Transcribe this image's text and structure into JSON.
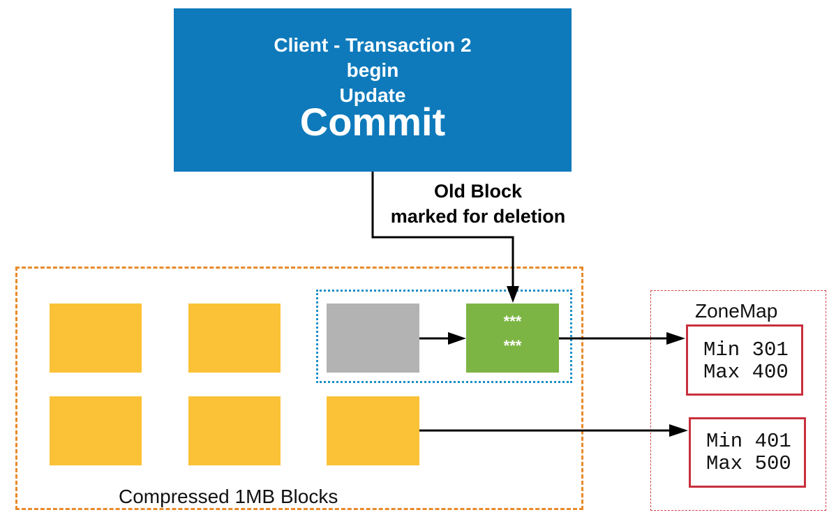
{
  "client": {
    "line1": "Client - Transaction 2",
    "line2": "begin",
    "line3": "Update",
    "line4": "Commit",
    "color": "#0e7abb"
  },
  "callout": {
    "line1": "Old Block",
    "line2": "marked for deletion"
  },
  "new_block": {
    "line1": "***",
    "line2": "***",
    "color": "#7db544"
  },
  "zonemap": {
    "title": "ZoneMap",
    "entries": [
      {
        "min": "Min 301",
        "max": "Max 400"
      },
      {
        "min": "Min 401",
        "max": "Max 500"
      }
    ]
  },
  "blocks_caption": "Compressed 1MB Blocks",
  "colors": {
    "block": "#fbc237",
    "old_block": "#b3b3b3",
    "blocks_frame": "#e88a2b",
    "update_frame": "#1a8fc6",
    "zonemap_frame": "#d23f49"
  }
}
